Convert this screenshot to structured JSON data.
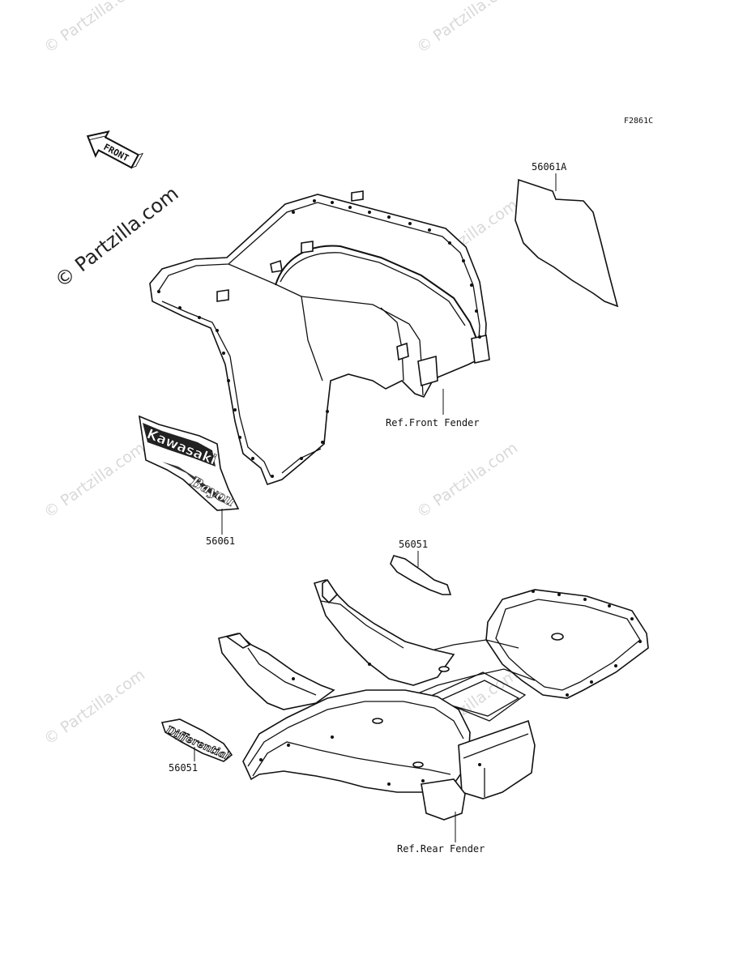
{
  "diagram": {
    "figure_code": "F2861C",
    "front_indicator": "FRONT",
    "watermark": "© Partzilla.com",
    "labels": {
      "decal_front_fender_right": "56061A",
      "ref_front_fender": "Ref.Front Fender",
      "decal_front_fender_left": "56061",
      "decal_rear_fender_right": "56051",
      "decal_rear_fender_left": "56051",
      "ref_rear_fender": "Ref.Rear Fender"
    },
    "decal_text": {
      "front_decal_brand": "Kawasaki",
      "front_decal_model": "Bayou",
      "rear_decal_script": "Differential"
    }
  }
}
